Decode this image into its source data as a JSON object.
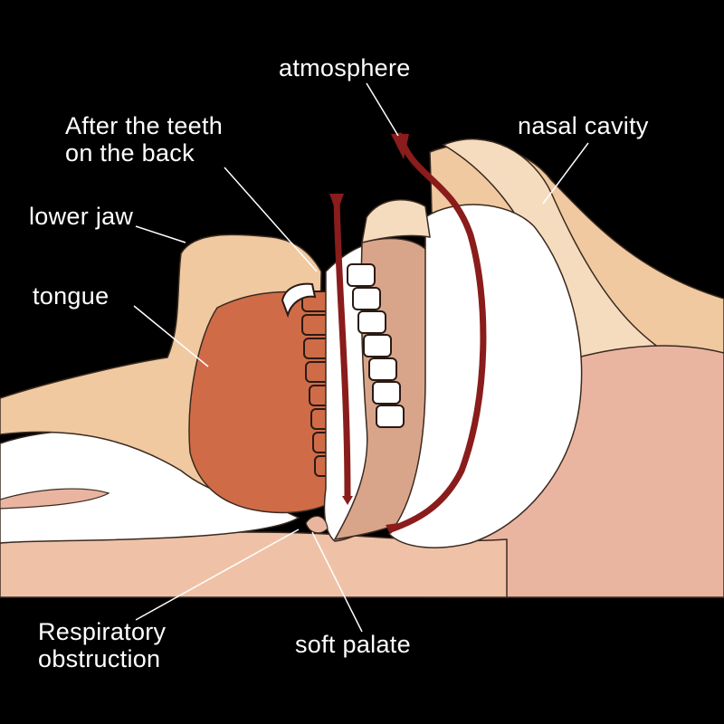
{
  "labels": {
    "atmosphere": "atmosphere",
    "teeth_line1": "After the teeth",
    "teeth_line2": "on the back",
    "nasal_cavity": "nasal cavity",
    "lower_jaw": "lower jaw",
    "tongue": "tongue",
    "respiratory_line1": "Respiratory",
    "respiratory_line2": "obstruction",
    "soft_palate": "soft palate"
  },
  "colors": {
    "background": "#000000",
    "skin": "#f0c9a0",
    "skin_light": "#f6dcbf",
    "throat": "#eab5a0",
    "tissue": "#d9a58a",
    "tongue": "#cf6c47",
    "pillow": "#ffffff",
    "airflow": "#8a1c1c",
    "line": "#ffffff"
  }
}
